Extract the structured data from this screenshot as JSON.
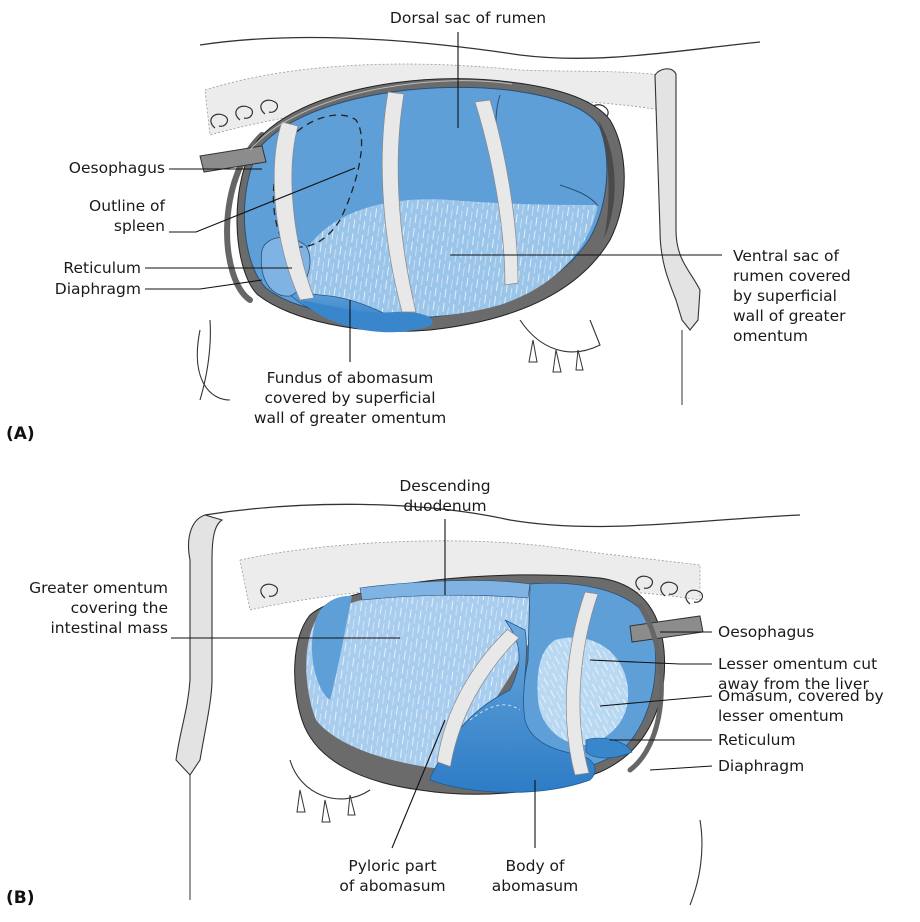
{
  "panel_a": {
    "tag": "(A)",
    "labels": {
      "dorsal_sac": "Dorsal sac of rumen",
      "oesophagus": "Oesophagus",
      "outline_spleen": "Outline of\nspleen",
      "reticulum": "Reticulum",
      "diaphragm": "Diaphragm",
      "ventral_sac": "Ventral sac of\nrumen covered\nby superficial\nwall of greater\nomentum",
      "fundus": "Fundus of abomasum\ncovered by superficial\nwall of greater omentum"
    }
  },
  "panel_b": {
    "tag": "(B)",
    "labels": {
      "descending_duodenum": "Descending\nduodenum",
      "greater_omentum": "Greater omentum\ncovering the\nintestinal mass",
      "oesophagus": "Oesophagus",
      "lesser_omentum_cut": "Lesser omentum cut\naway from the liver",
      "omasum": "Omasum, covered by\nlesser omentum",
      "reticulum": "Reticulum",
      "diaphragm": "Diaphragm",
      "pyloric": "Pyloric part\nof abomasum",
      "body": "Body of\nabomasum"
    }
  },
  "colors": {
    "organ_blue": "#5f9fd8",
    "organ_light": "#a9cdee",
    "organ_dark": "#2f7fc8",
    "rib_grey": "#e6e6e6",
    "body_line": "#333333",
    "cavity_dark": "#6b6b6b"
  }
}
